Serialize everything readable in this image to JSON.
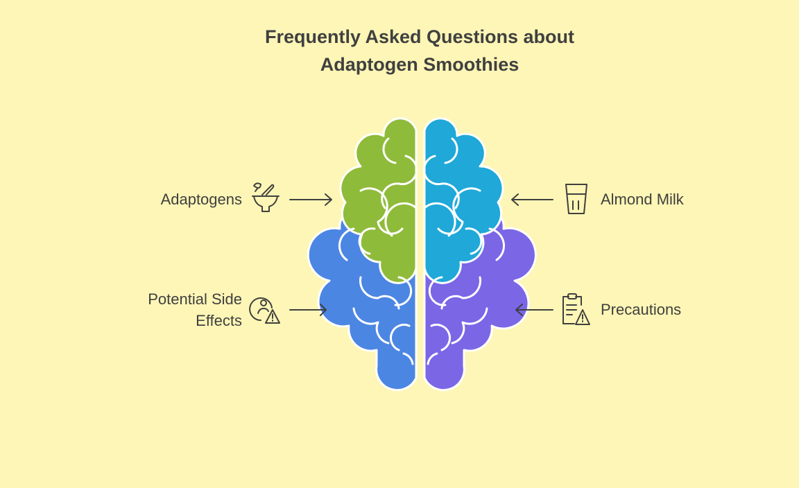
{
  "title": {
    "line1": "Frequently Asked Questions about",
    "line2": "Adaptogen Smoothies"
  },
  "items": [
    {
      "label": "Adaptogens",
      "icon": "mortar-pestle-icon",
      "color": "#8FBB3A"
    },
    {
      "label": "Almond Milk",
      "icon": "glass-icon",
      "color": "#1FA8D8"
    },
    {
      "label_line1": "Potential Side",
      "label_line2": "Effects",
      "icon": "person-warning-icon",
      "color": "#4C86E3"
    },
    {
      "label": "Precautions",
      "icon": "clipboard-warning-icon",
      "color": "#7B66E6"
    }
  ],
  "colors": {
    "background": "#FEF6B6",
    "text": "#3f3f3f"
  }
}
